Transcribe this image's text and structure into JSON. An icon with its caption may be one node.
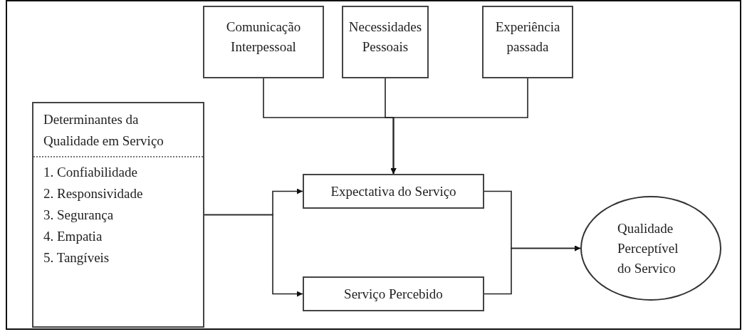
{
  "diagram": {
    "nodes": [
      {
        "text": [
          "Comunicação Interpessoal"
        ]
      },
      {
        "text": [
          "Necessidades Pessoais"
        ]
      },
      {
        "text": [
          "Experiência passada"
        ]
      },
      {
        "text": [
          "Determinantes da Qualidade em Serviço",
          "1. Confiabilidade",
          "2. Responsividade",
          "3. Segurança",
          "4. Empatia",
          "5. Tangíveis"
        ]
      },
      {
        "text": [
          "Expectativa do Serviço"
        ]
      },
      {
        "text": [
          "Serviço Percebido"
        ]
      },
      {
        "text": [
          "Qualidade Perceptível do Servico"
        ]
      }
    ],
    "edges": [
      {
        "from": 0,
        "to": 4,
        "arrow": "to"
      },
      {
        "from": 1,
        "to": 4,
        "arrow": "to"
      },
      {
        "from": 2,
        "to": 4,
        "arrow": "to"
      },
      {
        "from": 3,
        "to": 4,
        "arrow": "to"
      },
      {
        "from": 3,
        "to": 5,
        "arrow": "to"
      },
      {
        "from": 4,
        "to": 6,
        "arrow": "to"
      },
      {
        "from": 5,
        "to": 6,
        "arrow": "to"
      }
    ]
  }
}
